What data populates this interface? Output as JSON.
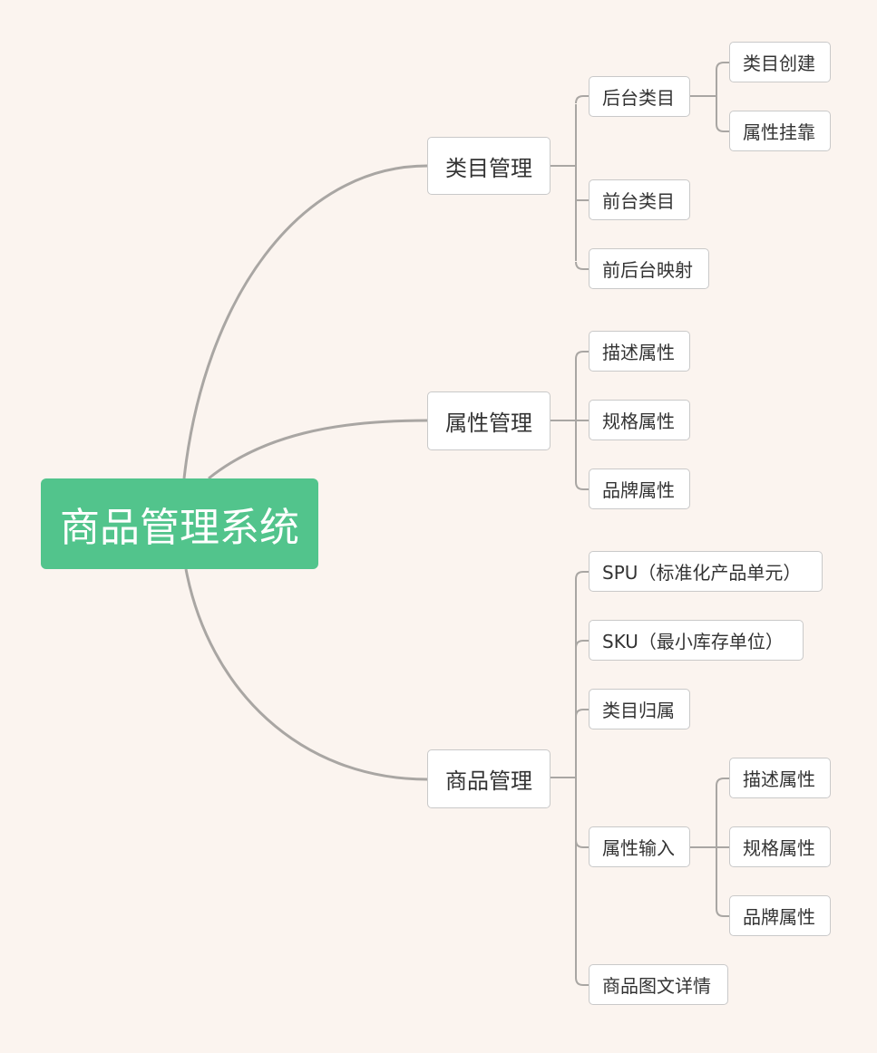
{
  "root": {
    "label": "商品管理系统",
    "color": "#52c48c"
  },
  "branches": {
    "category": {
      "label": "类目管理",
      "children": {
        "backend": {
          "label": "后台类目",
          "children": [
            "类目创建",
            "属性挂靠"
          ]
        },
        "frontend": {
          "label": "前台类目"
        },
        "mapping": {
          "label": "前后台映射"
        }
      }
    },
    "attribute": {
      "label": "属性管理",
      "children": [
        "描述属性",
        "规格属性",
        "品牌属性"
      ]
    },
    "product": {
      "label": "商品管理",
      "children": {
        "spu": {
          "label": "SPU（标准化产品单元）"
        },
        "sku": {
          "label": "SKU（最小库存单位）"
        },
        "category_ownership": {
          "label": "类目归属"
        },
        "attribute_input": {
          "label": "属性输入",
          "children": [
            "描述属性",
            "规格属性",
            "品牌属性"
          ]
        },
        "detail": {
          "label": "商品图文详情"
        }
      }
    }
  }
}
